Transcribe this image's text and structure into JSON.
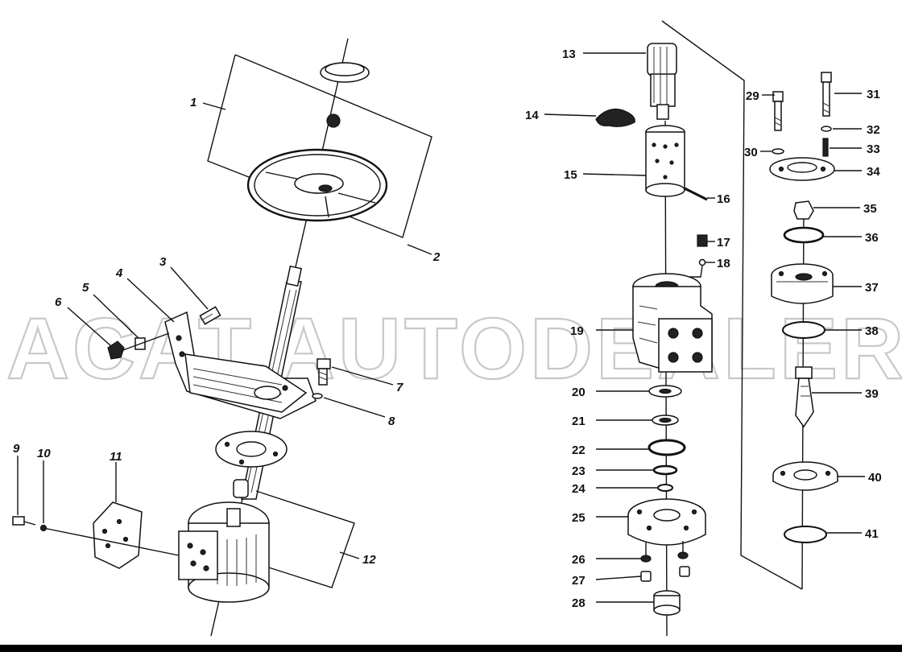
{
  "watermark": "ACAT.AUTODEALER.RU",
  "left_callouts": [
    "1",
    "2",
    "3",
    "4",
    "5",
    "6",
    "7",
    "8",
    "9",
    "10",
    "11",
    "12"
  ],
  "right_callouts": [
    "13",
    "14",
    "15",
    "16",
    "17",
    "18",
    "19",
    "20",
    "21",
    "22",
    "23",
    "24",
    "25",
    "26",
    "27",
    "28",
    "29",
    "30",
    "31",
    "32",
    "33",
    "34",
    "35",
    "36",
    "37",
    "38",
    "39",
    "40",
    "41"
  ]
}
